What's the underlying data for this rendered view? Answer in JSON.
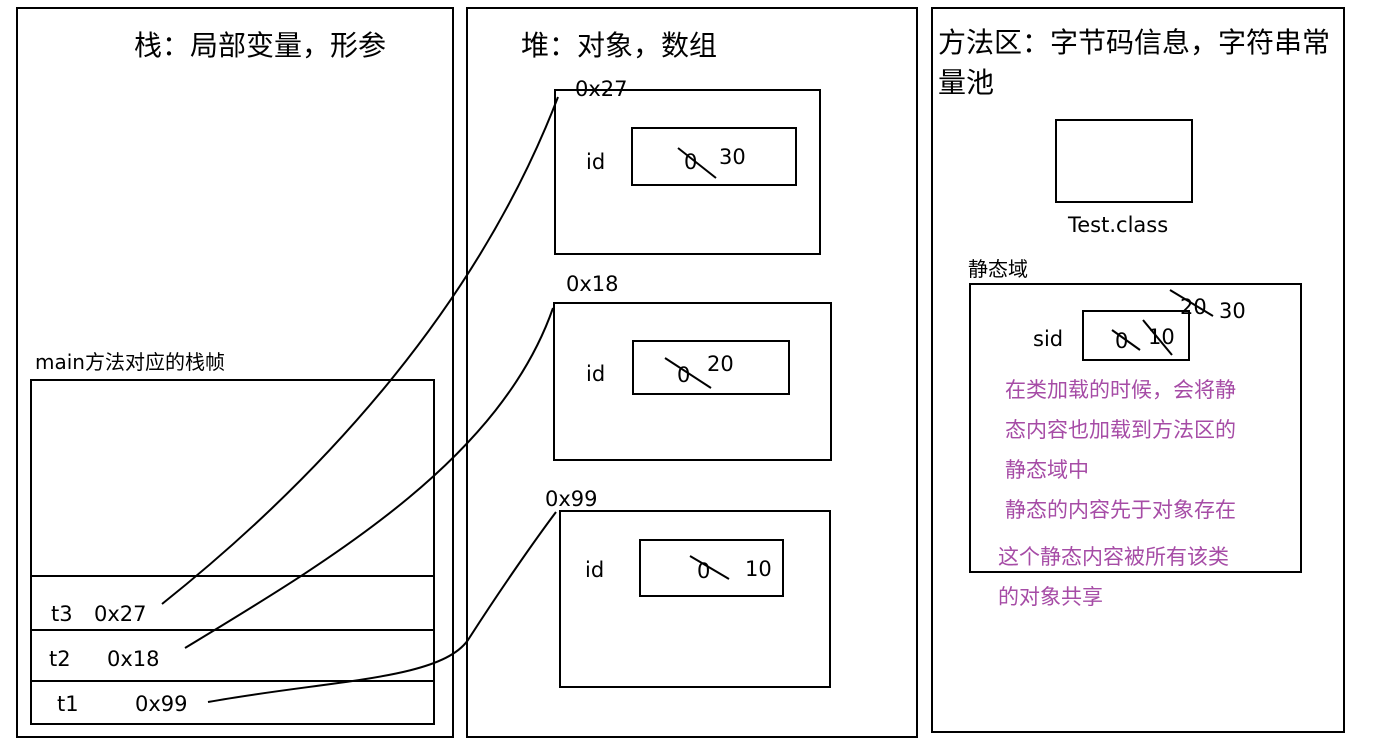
{
  "stack": {
    "title": "栈：局部变量，形参",
    "frame_label": "main方法对应的栈帧",
    "rows": [
      {
        "var": "t3",
        "addr": "0x27"
      },
      {
        "var": "t2",
        "addr": "0x18"
      },
      {
        "var": "t1",
        "addr": "0x99"
      }
    ]
  },
  "heap": {
    "title": "堆：对象，数组",
    "objects": [
      {
        "addr": "0x27",
        "field": "id",
        "old_value": "0",
        "new_value": "30"
      },
      {
        "addr": "0x18",
        "field": "id",
        "old_value": "0",
        "new_value": "20"
      },
      {
        "addr": "0x99",
        "field": "id",
        "old_value": "0",
        "new_value": "10"
      }
    ]
  },
  "method_area": {
    "title": "方法区：字节码信息，字符串常量池",
    "class_label": "Test.class",
    "static_domain_label": "静态域",
    "sid_label": "sid",
    "sid_values": {
      "v0": "0",
      "v10": "10",
      "v20": "20",
      "v30": "30"
    },
    "notes": [
      "在类加载的时候，会将静",
      "态内容也加载到方法区的",
      "静态域中",
      "静态的内容先于对象存在",
      "这个静态内容被所有该类",
      "的对象共享"
    ]
  },
  "colors": {
    "note": "#a64ca6",
    "line": "#000000"
  }
}
